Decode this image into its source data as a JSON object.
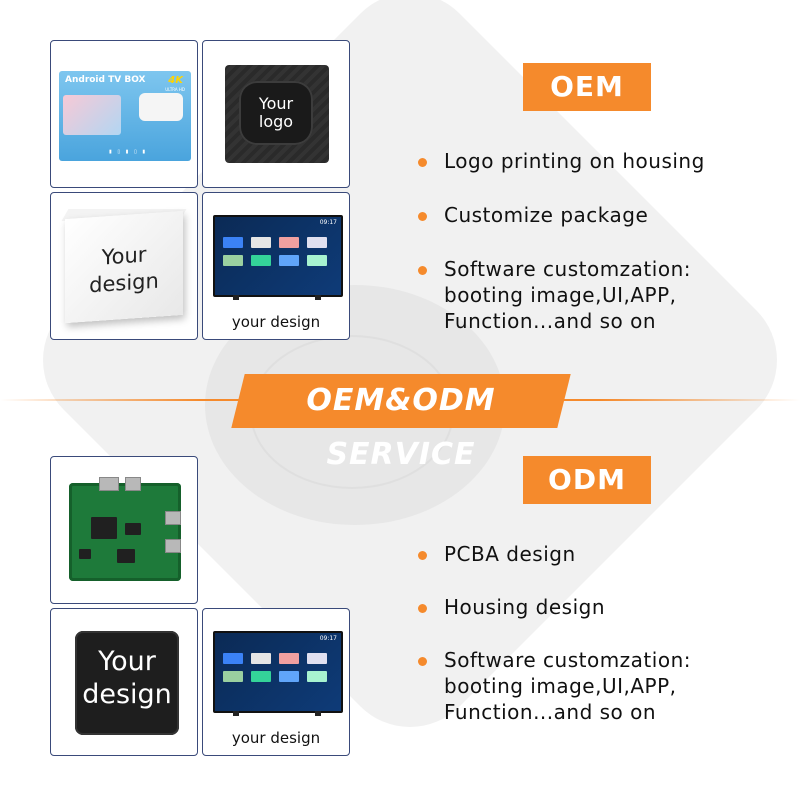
{
  "oem": {
    "heading": "OEM",
    "bullets": [
      "Logo printing on housing",
      "Customize package",
      "Software customzation:",
      "booting image,UI,APP,",
      "Function...and so on"
    ],
    "tiles": {
      "retail_box_title": "Android TV BOX",
      "retail_box_badge": "4K",
      "retail_box_subbadge": "ULTRA HD",
      "logo_line1": "Your",
      "logo_line2": "logo",
      "box_line1": "Your",
      "box_line2": "design",
      "tv_time": "09:17",
      "tv_caption": "your design"
    }
  },
  "service": {
    "banner": "OEM&ODM  SERVICE"
  },
  "odm": {
    "heading": "ODM",
    "bullets": [
      "PCBA design",
      "Housing design",
      "Software customzation:",
      "booting image,UI,APP,",
      "Function...and so on"
    ],
    "tiles": {
      "design_line1": "Your",
      "design_line2": "design",
      "tv_time": "09:17",
      "tv_caption": "your design"
    }
  },
  "colors": {
    "accent": "#f58a2c",
    "tile_border": "#3a4a7a"
  }
}
